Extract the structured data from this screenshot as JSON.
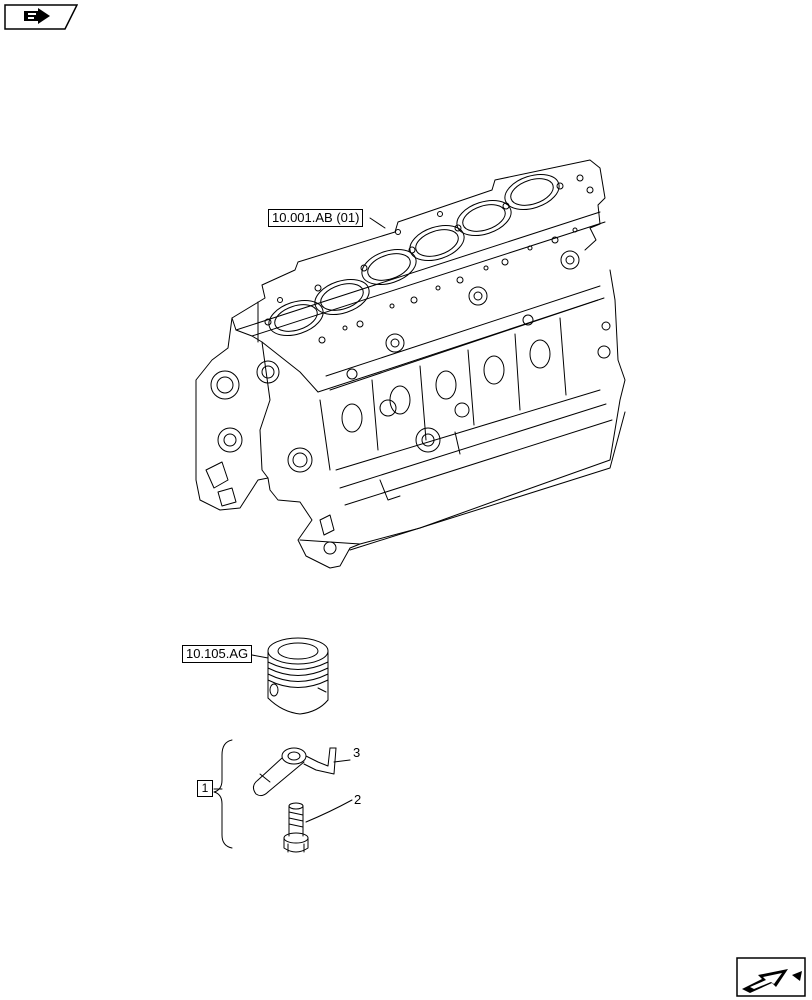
{
  "header": {
    "nav_icon": "previous-page-arrow-icon"
  },
  "footer": {
    "nav_icon": "next-page-arrow-icon"
  },
  "diagram": {
    "ref_engine_block": "10.001.AB (01)",
    "ref_piston": "10.105.AG",
    "group_number": "1",
    "callout_nozzle": "3",
    "callout_bolt": "2"
  }
}
